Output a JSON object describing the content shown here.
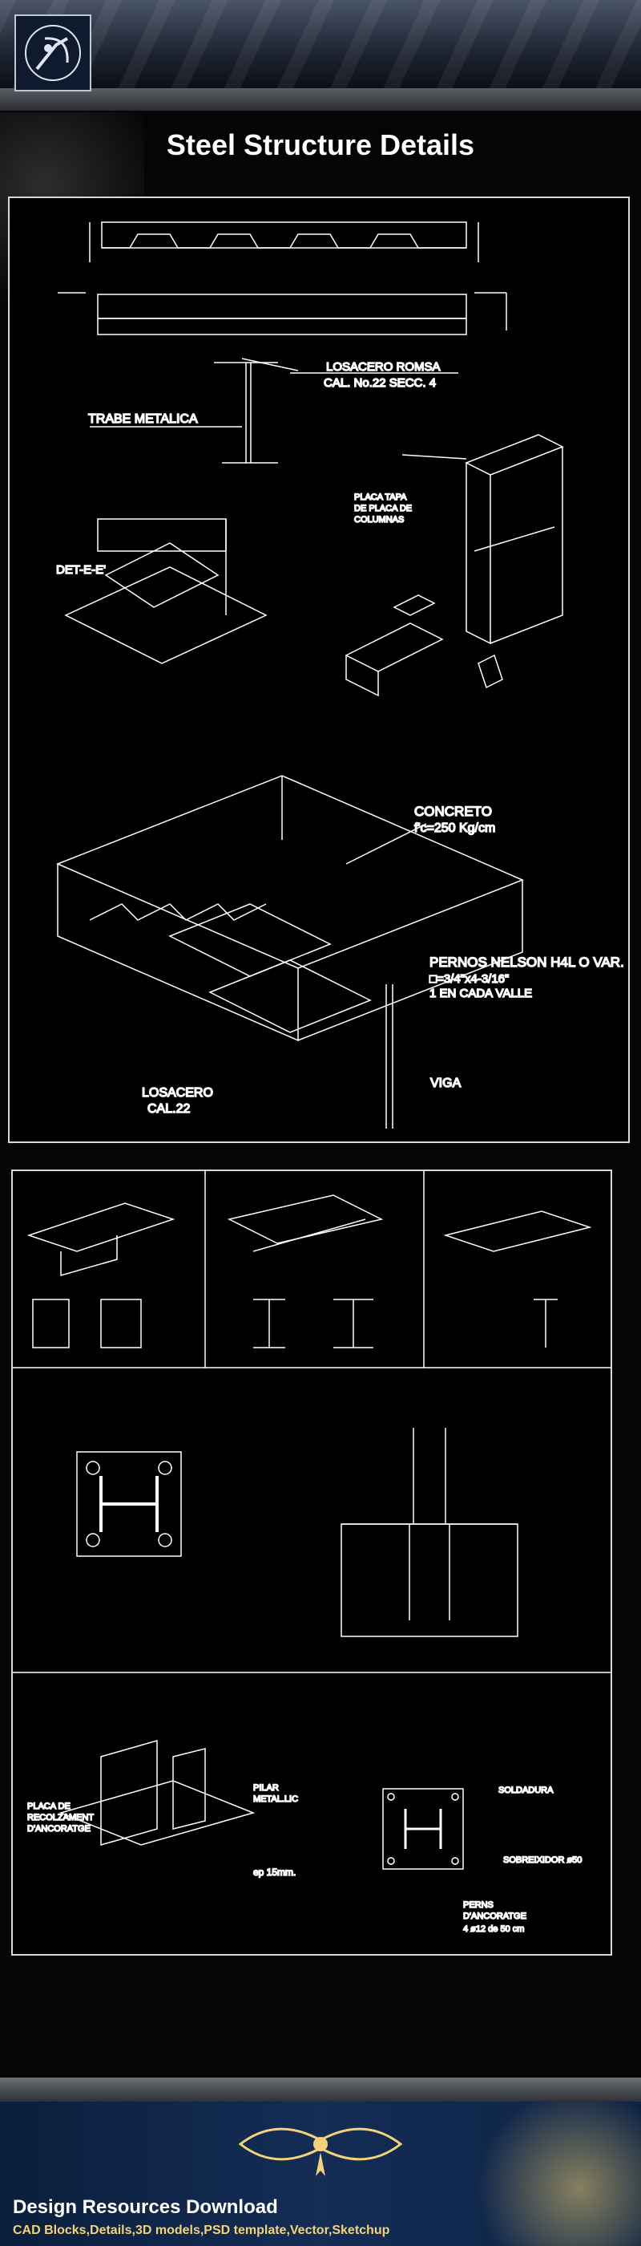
{
  "header": {
    "title": "Steel Structure Details"
  },
  "labels": {
    "losacero_romsa": "LOSACERO ROMSA",
    "cal22_secc4": "CAL. No.22 SECC. 4",
    "trabe_metalica": "TRABE METALICA",
    "placa_tapa_1": "PLACA TAPA",
    "placa_tapa_2": "DE PLACA DE",
    "placa_tapa_3": "COLUMNAS",
    "det_e_e": "DET-E-E'",
    "concreto": "CONCRETO",
    "fc": "f'c=250 Kg/cm",
    "pernos_nelson": "PERNOS NELSON H4L O VAR.",
    "pernos_size": "□=3/4\"x4-3/16\"",
    "pernos_valle": "1 EN CADA VALLE",
    "viga": "VIGA",
    "losacero": "LOSACERO",
    "cal22": "CAL.22",
    "placa_recol_1": "PLACA DE",
    "placa_recol_2": "RECOLZAMENT",
    "placa_recol_3": "D'ANCORATGE",
    "pilar_1": "PILAR",
    "pilar_2": "METAL.LIC",
    "ep": "ep 15mm.",
    "soldadura": "SOLDADURA",
    "sobreixidor": "SOBREIXIDOR ø50",
    "perns_1": "PERNS",
    "perns_2": "D'ANCORATGE",
    "perns_3": "4 ø12 de 50 cm"
  },
  "footer": {
    "title": "Design Resources Download",
    "subtitle": "CAD Blocks,Details,3D models,PSD template,Vector,Sketchup"
  },
  "colors": {
    "accent": "#f4d27a",
    "line": "#ffffff",
    "panel_border": "#d9d9d9"
  }
}
